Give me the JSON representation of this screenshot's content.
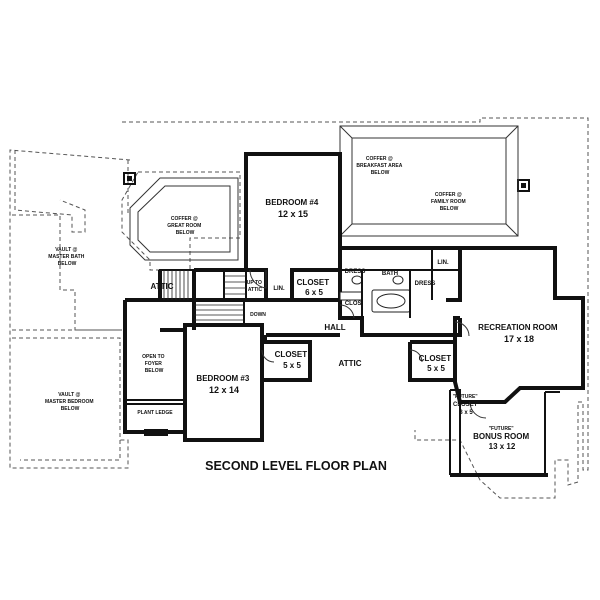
{
  "plan": {
    "title": "SECOND LEVEL FLOOR PLAN",
    "rooms": [
      {
        "key": "bedroom4",
        "lines": [
          "BEDROOM #4",
          "12 x 15"
        ]
      },
      {
        "key": "bedroom3",
        "lines": [
          "BEDROOM #3",
          "12 x 14"
        ]
      },
      {
        "key": "recreation",
        "lines": [
          "RECREATION ROOM",
          "17 x 18"
        ]
      },
      {
        "key": "bonus",
        "lines": [
          "\"FUTURE\"",
          "BONUS ROOM",
          "13 x 12"
        ]
      },
      {
        "key": "closet_b4",
        "lines": [
          "CLOSET",
          "6 x 5"
        ]
      },
      {
        "key": "closet_b3",
        "lines": [
          "CLOSET",
          "5 x 5"
        ]
      },
      {
        "key": "closet_rec",
        "lines": [
          "CLOSET",
          "5 x 5"
        ]
      },
      {
        "key": "future_closet",
        "lines": [
          "\"FUTURE\"",
          "CLOSET",
          "3 x 5"
        ]
      },
      {
        "key": "dress1",
        "lines": [
          "DRESS"
        ]
      },
      {
        "key": "bath",
        "lines": [
          "BATH"
        ]
      },
      {
        "key": "dress2",
        "lines": [
          "DRESS"
        ]
      },
      {
        "key": "lin_top",
        "lines": [
          "LIN."
        ]
      },
      {
        "key": "lin_left",
        "lines": [
          "LIN."
        ]
      },
      {
        "key": "clos",
        "lines": [
          "CLOS."
        ]
      },
      {
        "key": "hall",
        "lines": [
          "HALL"
        ]
      },
      {
        "key": "attic_left",
        "lines": [
          "ATTIC"
        ]
      },
      {
        "key": "attic_mid",
        "lines": [
          "ATTIC"
        ]
      },
      {
        "key": "up_attic",
        "lines": [
          "UP TO",
          "ATTIC"
        ]
      },
      {
        "key": "down",
        "lines": [
          "DOWN"
        ]
      },
      {
        "key": "open_foyer",
        "lines": [
          "OPEN TO",
          "FOYER",
          "BELOW"
        ]
      },
      {
        "key": "plant_ledge",
        "lines": [
          "PLANT LEDGE"
        ]
      },
      {
        "key": "coffer_great",
        "lines": [
          "COFFER @",
          "GREAT ROOM",
          "BELOW"
        ]
      },
      {
        "key": "coffer_breakfast",
        "lines": [
          "COFFER @",
          "BREAKFAST AREA",
          "BELOW"
        ]
      },
      {
        "key": "coffer_family",
        "lines": [
          "COFFER @",
          "FAMILY ROOM",
          "BELOW"
        ]
      },
      {
        "key": "vault_master_bath",
        "lines": [
          "VAULT @",
          "MASTER BATH",
          "BELOW"
        ]
      },
      {
        "key": "vault_master_bed",
        "lines": [
          "VAULT @",
          "MASTER BEDROOM",
          "BELOW"
        ]
      }
    ]
  }
}
